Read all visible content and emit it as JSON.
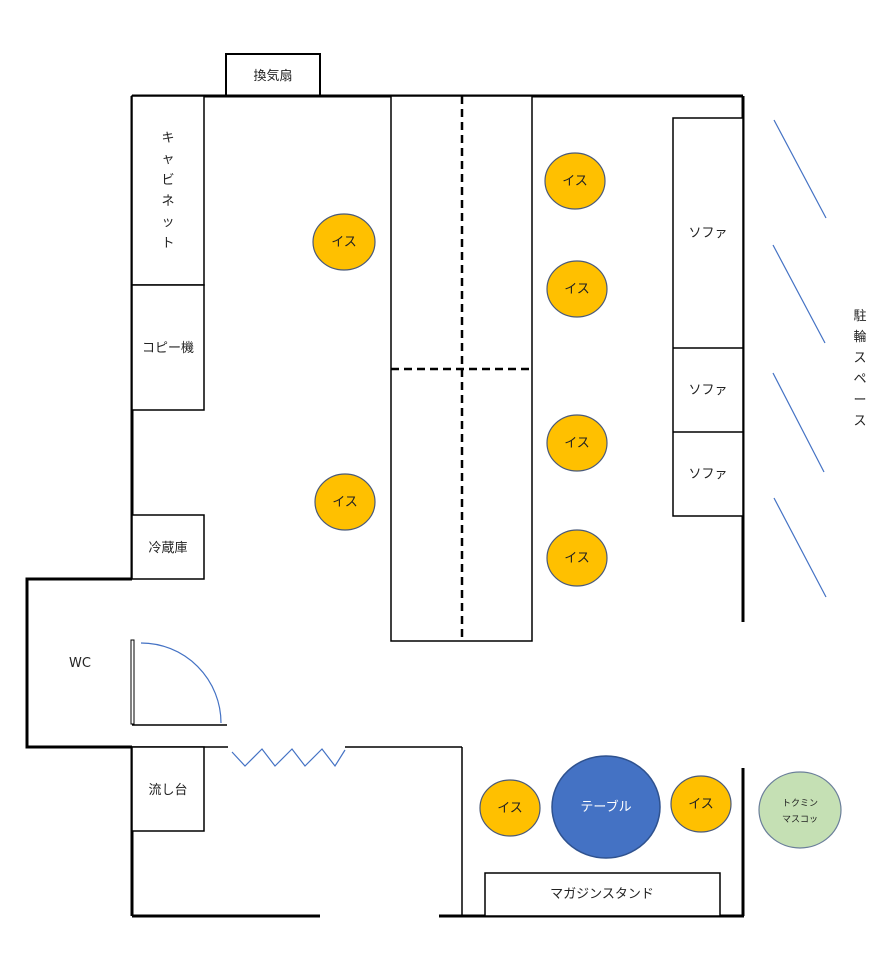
{
  "labels": {
    "fan": "換気扇",
    "cabinet": [
      "キ",
      "ャ",
      "ビ",
      "ネ",
      "ッ",
      "ト"
    ],
    "copier": "コピー機",
    "fridge": "冷蔵庫",
    "wc": "WC",
    "sink": "流し台",
    "chair": "イス",
    "sofa": "ソファ",
    "bike_parking": [
      "駐",
      "輪",
      "ス",
      "ペ",
      "ー",
      "ス"
    ],
    "table": "テーブル",
    "magazine_stand": "マガジンスタンド",
    "mascot_line1": "トクミン",
    "mascot_line2": "マスコッ"
  },
  "colors": {
    "chair": "#ffc000",
    "table": "#4472c4",
    "mascot": "#c5e0b4",
    "door_swing": "#4472c4",
    "walls": "#000000"
  }
}
